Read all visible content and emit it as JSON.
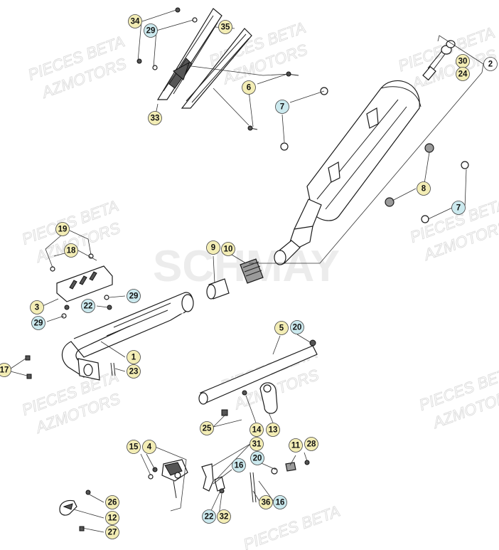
{
  "diagram": {
    "watermark_lines": [
      "PIECES BETA",
      "AZMOTORS"
    ],
    "brand_text": "SCHMAY",
    "colors": {
      "callout_yellow": "#f3edb5",
      "callout_blue": "#cbe9ee",
      "line": "#222222",
      "watermark": "#dcdcdc"
    },
    "callouts": [
      {
        "label": "34",
        "style": "yellow"
      },
      {
        "label": "29",
        "style": "blue"
      },
      {
        "label": "35",
        "style": "yellow"
      },
      {
        "label": "33",
        "style": "yellow"
      },
      {
        "label": "30",
        "style": "yellow"
      },
      {
        "label": "24",
        "style": "yellow"
      },
      {
        "label": "2",
        "style": "white"
      },
      {
        "label": "6",
        "style": "yellow"
      },
      {
        "label": "7",
        "style": "blue"
      },
      {
        "label": "8",
        "style": "yellow"
      },
      {
        "label": "7",
        "style": "blue"
      },
      {
        "label": "19",
        "style": "yellow"
      },
      {
        "label": "18",
        "style": "yellow"
      },
      {
        "label": "9",
        "style": "yellow"
      },
      {
        "label": "10",
        "style": "yellow"
      },
      {
        "label": "3",
        "style": "yellow"
      },
      {
        "label": "29",
        "style": "blue"
      },
      {
        "label": "22",
        "style": "blue"
      },
      {
        "label": "29",
        "style": "blue"
      },
      {
        "label": "1",
        "style": "yellow"
      },
      {
        "label": "17",
        "style": "yellow"
      },
      {
        "label": "23",
        "style": "yellow"
      },
      {
        "label": "5",
        "style": "yellow"
      },
      {
        "label": "20",
        "style": "blue"
      },
      {
        "label": "25",
        "style": "yellow"
      },
      {
        "label": "14",
        "style": "yellow"
      },
      {
        "label": "13",
        "style": "yellow"
      },
      {
        "label": "15",
        "style": "yellow"
      },
      {
        "label": "4",
        "style": "yellow"
      },
      {
        "label": "31",
        "style": "yellow"
      },
      {
        "label": "20",
        "style": "blue"
      },
      {
        "label": "11",
        "style": "yellow"
      },
      {
        "label": "28",
        "style": "yellow"
      },
      {
        "label": "16",
        "style": "blue"
      },
      {
        "label": "26",
        "style": "yellow"
      },
      {
        "label": "12",
        "style": "yellow"
      },
      {
        "label": "36",
        "style": "yellow"
      },
      {
        "label": "16",
        "style": "blue"
      },
      {
        "label": "22",
        "style": "blue"
      },
      {
        "label": "32",
        "style": "yellow"
      },
      {
        "label": "27",
        "style": "yellow"
      }
    ]
  }
}
